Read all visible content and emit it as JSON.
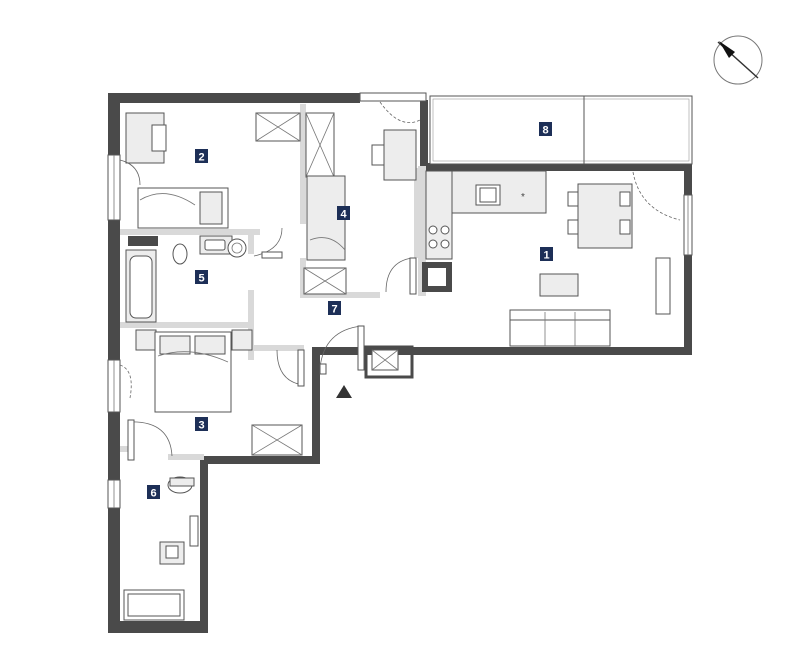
{
  "rooms": [
    {
      "id": "1",
      "label": "1"
    },
    {
      "id": "2",
      "label": "2"
    },
    {
      "id": "3",
      "label": "3"
    },
    {
      "id": "4",
      "label": "4"
    },
    {
      "id": "5",
      "label": "5"
    },
    {
      "id": "6",
      "label": "6"
    },
    {
      "id": "7",
      "label": "7"
    },
    {
      "id": "8",
      "label": "8"
    }
  ],
  "icons": {
    "compass": "compass-north-arrow-icon",
    "entrance": "entrance-triangle-icon"
  },
  "colors": {
    "wall": "#4a4a4a",
    "badge": "#1d2f57",
    "fixture": "#ededed"
  }
}
